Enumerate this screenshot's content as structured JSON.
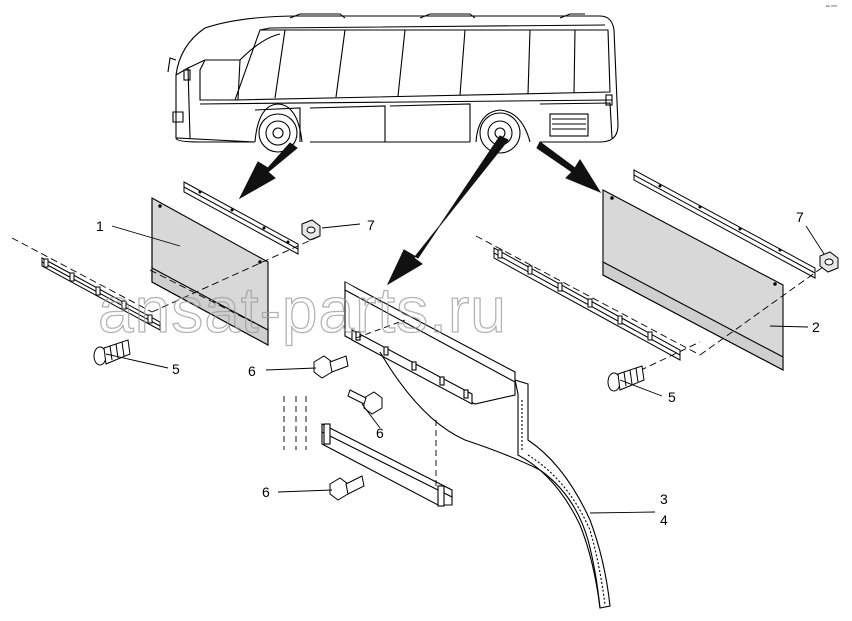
{
  "corner_mark": "ᵉᵉ ᵐᵐ",
  "watermark": "ansat-parts.ru",
  "callouts": {
    "c1": "1",
    "c2": "2",
    "c3": "3",
    "c4": "4",
    "c5a": "5",
    "c5b": "5",
    "c6a": "6",
    "c6b": "6",
    "c6c": "6",
    "c7a": "7",
    "c7b": "7"
  },
  "colors": {
    "line": "#000000",
    "panel_fill": "#d8d8d8",
    "arrow_fill": "#111111",
    "watermark": "#9a9a9a"
  }
}
